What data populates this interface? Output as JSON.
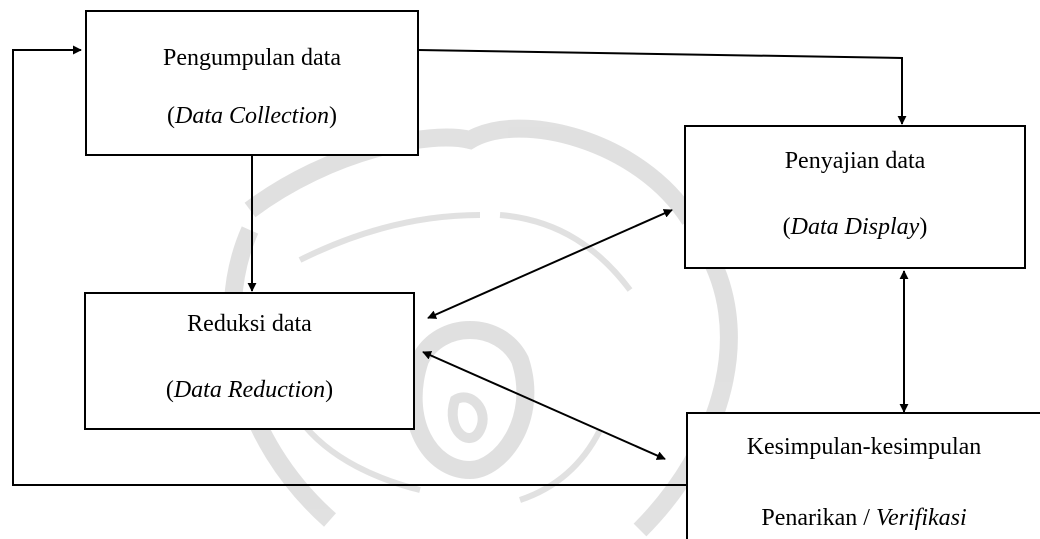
{
  "diagram": {
    "nodes": {
      "collection": {
        "title": "Pengumpulan data",
        "subtitle_pre": "(",
        "subtitle_em": "Data Collection",
        "subtitle_post": ")"
      },
      "display": {
        "title": "Penyajian data",
        "subtitle_pre": "(",
        "subtitle_em": "Data Display",
        "subtitle_post": ")"
      },
      "reduction": {
        "title": "Reduksi data",
        "subtitle_pre": "(",
        "subtitle_em": "Data Reduction",
        "subtitle_post": ")"
      },
      "conclusion": {
        "title": "Kesimpulan-kesimpulan",
        "subtitle_pre": "Penarikan / ",
        "subtitle_em": "Verifikasi",
        "subtitle_post": ""
      }
    },
    "edges": [
      {
        "from": "collection",
        "to": "display",
        "direction": "one-way"
      },
      {
        "from": "collection",
        "to": "reduction",
        "direction": "one-way"
      },
      {
        "from": "display",
        "to": "reduction",
        "direction": "two-way"
      },
      {
        "from": "display",
        "to": "conclusion",
        "direction": "two-way"
      },
      {
        "from": "reduction",
        "to": "conclusion",
        "direction": "two-way"
      },
      {
        "from": "conclusion",
        "to": "collection",
        "direction": "one-way"
      }
    ]
  }
}
